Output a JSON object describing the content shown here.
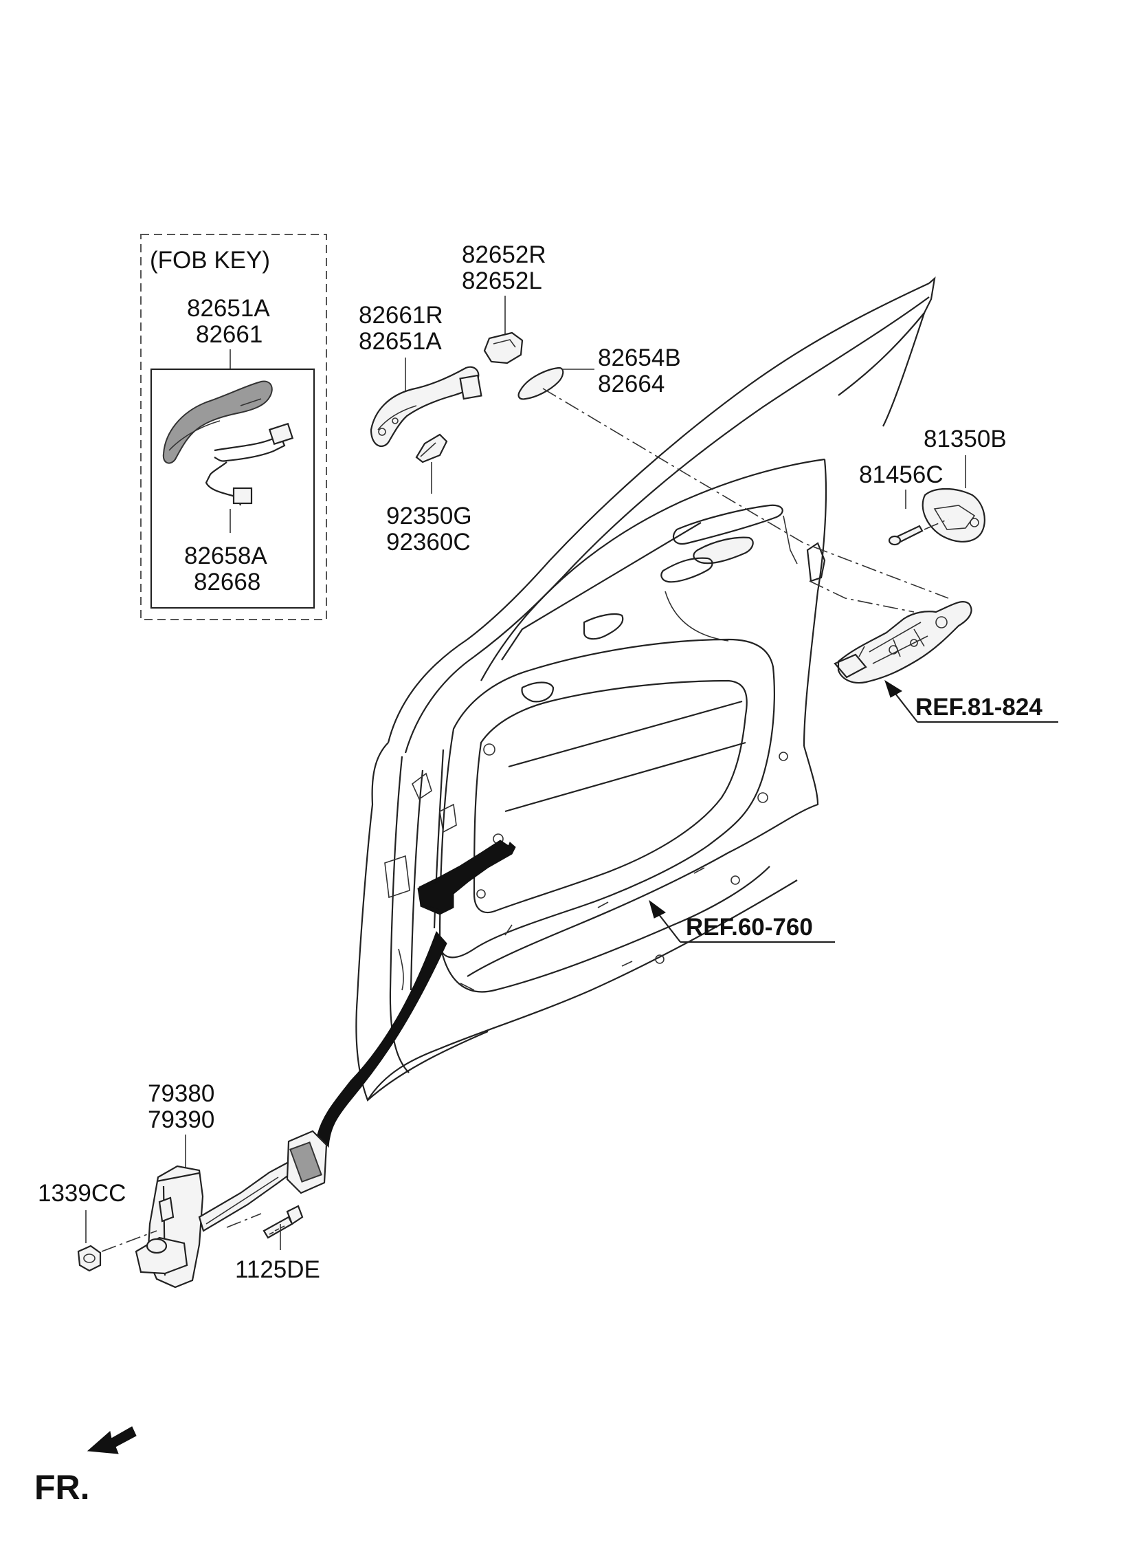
{
  "fob_key_box": {
    "title": "(FOB KEY)",
    "handle_label_1": "82651A",
    "handle_label_2": "82661",
    "harness_label_1": "82658A",
    "harness_label_2": "82668"
  },
  "labels": {
    "handle_1": "82661R",
    "handle_2": "82651A",
    "cap_1": "82652R",
    "cap_2": "82652L",
    "pad_1": "82654B",
    "pad_2": "82664",
    "sensor_1": "92350G",
    "sensor_2": "92360C",
    "striker_1": "81350B",
    "striker_screw": "81456C",
    "checker_1": "79380",
    "checker_2": "79390",
    "nut": "1339CC",
    "bolt": "1125DE"
  },
  "references": {
    "latch_ref": "REF.81-824",
    "door_ref": "REF.60-760"
  },
  "direction": {
    "label": "FR."
  },
  "colors": {
    "line": "#222222",
    "part_fill": "#f4f4f4",
    "shaded_part": "#9a9a9a",
    "callout_band": "#111111"
  }
}
